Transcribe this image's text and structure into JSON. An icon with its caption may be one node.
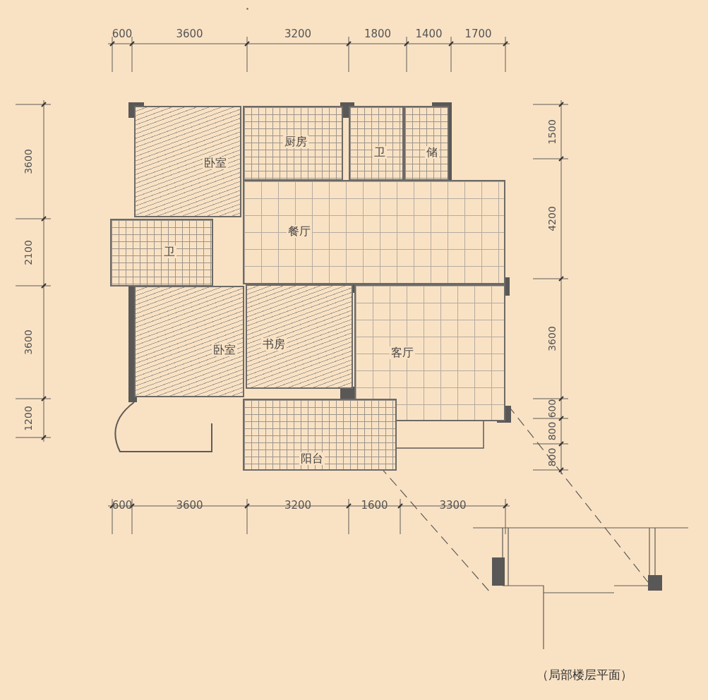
{
  "diagram": {
    "caption": "（局部楼层平面）",
    "nodes": [
      {
        "text": [
          "卧室"
        ]
      },
      {
        "text": [
          "厨房"
        ]
      },
      {
        "text": [
          "卫"
        ]
      },
      {
        "text": [
          "储"
        ]
      },
      {
        "text": [
          "餐厅"
        ]
      },
      {
        "text": [
          "卫"
        ]
      },
      {
        "text": [
          "卧室"
        ]
      },
      {
        "text": [
          "书房"
        ]
      },
      {
        "text": [
          "客厅"
        ]
      },
      {
        "text": [
          "阳台"
        ]
      }
    ],
    "edges": [],
    "labels": [
      "600",
      "3600",
      "3200",
      "1800",
      "1400",
      "1700",
      "3600",
      "2100",
      "3600",
      "1200",
      "1500",
      "4200",
      "3600",
      "600",
      "800",
      "800",
      "600",
      "3600",
      "3200",
      "1600",
      "3300"
    ]
  }
}
